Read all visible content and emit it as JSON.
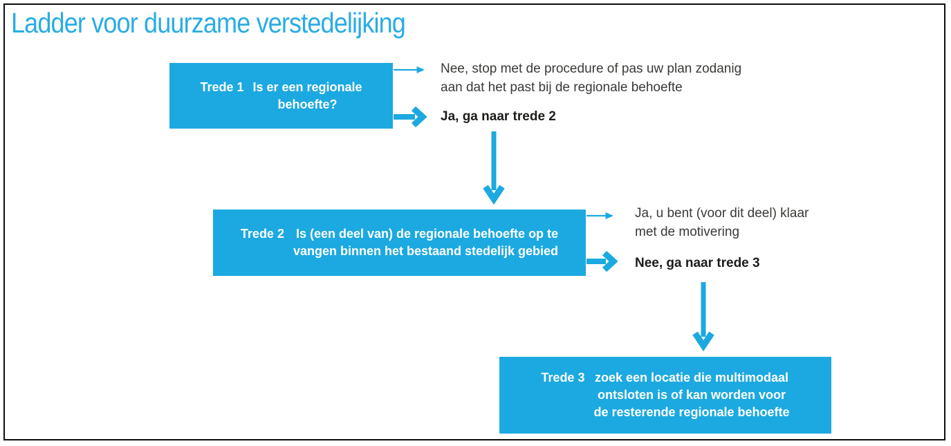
{
  "title": "Ladder voor duurzame verstedelijking",
  "colors": {
    "brand_blue": "#1ca9e1",
    "title_blue": "#29ace3",
    "body_text": "#3a3937",
    "bold_text": "#1d1c1a",
    "frame_border": "#0d0d0d",
    "box_text": "#ffffff"
  },
  "steps": [
    {
      "label": "Trede 1",
      "question": "Is er een regionale\nbehoefte?",
      "stop_outcome": "Nee, stop met de procedure of pas uw plan zodanig\naan dat het past bij de regionale behoefte",
      "next_outcome": "Ja, ga naar trede 2"
    },
    {
      "label": "Trede 2",
      "question": "Is (een deel van) de regionale behoefte op te\nvangen binnen het bestaand stedelijk gebied",
      "done_outcome": "Ja, u bent (voor dit deel) klaar\nmet de motivering",
      "next_outcome": "Nee, ga naar trede 3"
    },
    {
      "label": "Trede 3",
      "question": "zoek een locatie die multimodaal\nontsloten is of kan worden voor\nde resterende regionale behoefte"
    }
  ]
}
